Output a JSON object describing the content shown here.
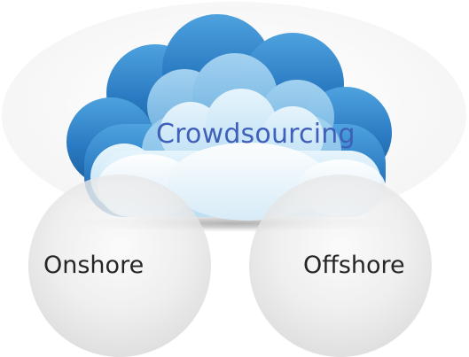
{
  "diagram": {
    "center_label": "Crowdsourcing",
    "left_label": "Onshore",
    "right_label": "Offshore"
  },
  "colors": {
    "cloud_dark_blue": "#2f7fc4",
    "cloud_light_blue": "#bfe0f5",
    "center_text": "#3f5fb8",
    "circle_gray": "#e4e4e4",
    "side_text": "#262626"
  },
  "icons": {
    "cloud": "cloud-icon"
  }
}
